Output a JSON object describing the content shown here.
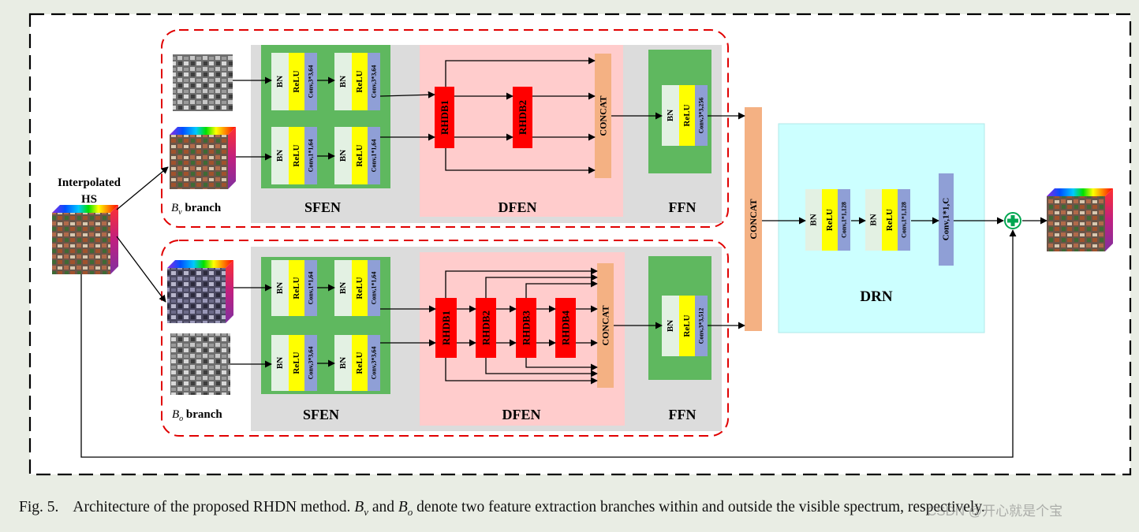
{
  "input": {
    "label_line1": "Interpolated",
    "label_line2": "HS"
  },
  "branches": {
    "top": {
      "symbol": "B",
      "subscript": "v",
      "suffix": " branch"
    },
    "bottom": {
      "symbol": "B",
      "subscript": "o",
      "suffix": " branch"
    }
  },
  "sections": {
    "sfen": "SFEN",
    "dfen": "DFEN",
    "ffn": "FFN",
    "drn": "DRN"
  },
  "layers": {
    "bn": "BN",
    "relu": "ReLU",
    "conv_3x3_64": "Conv,3*3,64",
    "conv_1x1_64": "Conv,1*1,64",
    "conv_3x3_256": "Conv,3*3,256",
    "conv_3x3_512": "Conv,3*3,512",
    "conv_1x1_128": "Conv,1*1,128",
    "conv_1x1_c": "Conv,1*1,C"
  },
  "rhdb": [
    "RHDB1",
    "RHDB2",
    "RHDB3",
    "RHDB4"
  ],
  "concat": "CONCAT",
  "caption": {
    "fig_label": "Fig. 5.",
    "text_before": "Architecture of the proposed RHDN method. ",
    "sym1": "B",
    "sub1": "v",
    "text_mid": " and ",
    "sym2": "B",
    "sub2": "o",
    "text_after": " denote two feature extraction branches within and outside the visible spectrum, respectively."
  },
  "watermark": "CSDN @开心就是个宝",
  "colors": {
    "bn": "#e3f1e3",
    "relu": "#ffff00",
    "conv": "#8f9fd6",
    "rhdb": "#ff0000",
    "concat": "#f4b183",
    "sfen_bg": "#5fb85f",
    "dfen_bg": "#ffcccc",
    "ffn_bg": "#5fb85f",
    "drn_bg": "#ccffff",
    "branch_border": "#e00000",
    "plus": "#00a651"
  }
}
